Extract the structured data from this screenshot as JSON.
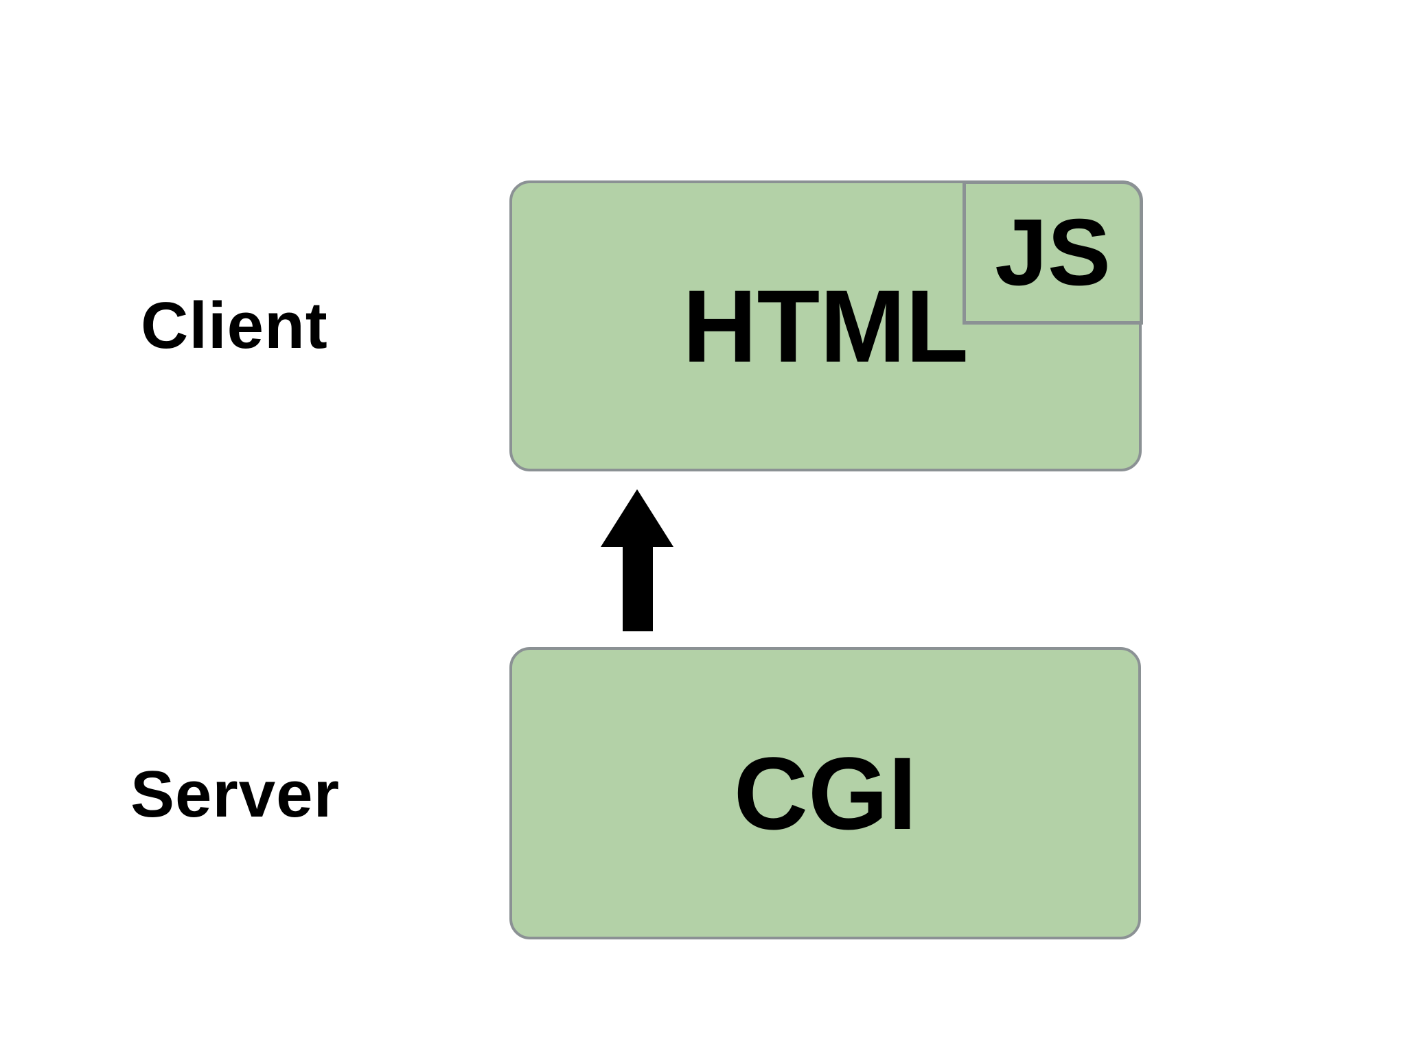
{
  "labels": {
    "client": "Client",
    "server": "Server"
  },
  "nodes": {
    "html": "HTML",
    "js": "JS",
    "cgi": "CGI"
  },
  "arrow": {
    "from": "CGI",
    "to": "HTML",
    "direction": "up"
  },
  "colors": {
    "background": "#ffffff",
    "node_fill": "#b3d1a7",
    "node_border": "#8b9194",
    "arrow_fill": "#000000",
    "text": "#000000"
  }
}
